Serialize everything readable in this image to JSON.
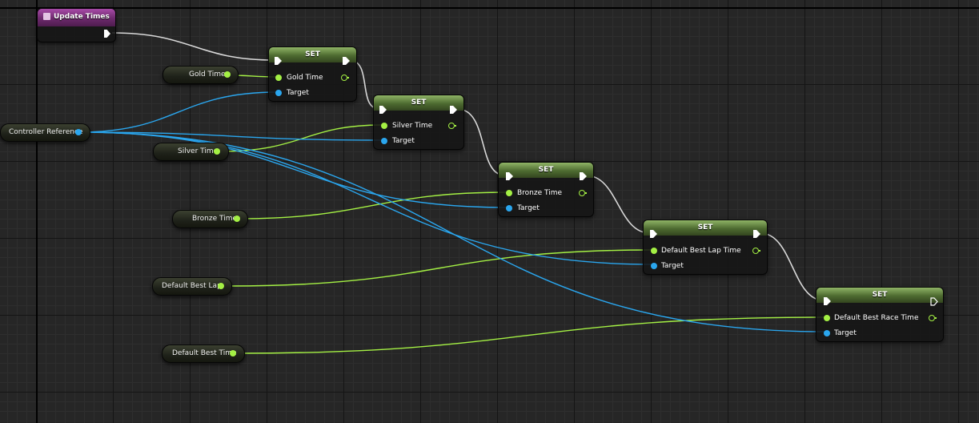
{
  "event": {
    "title": "Update Times"
  },
  "variables": [
    {
      "id": "controller",
      "label": "Controller Reference",
      "pin": "blue"
    },
    {
      "id": "gold",
      "label": "Gold Time",
      "pin": "green"
    },
    {
      "id": "silver",
      "label": "Silver Time",
      "pin": "green"
    },
    {
      "id": "bronze",
      "label": "Bronze Time",
      "pin": "green"
    },
    {
      "id": "lap",
      "label": "Default Best Lap",
      "pin": "green"
    },
    {
      "id": "besttime",
      "label": "Default Best Time",
      "pin": "green"
    }
  ],
  "set_nodes": [
    {
      "title": "SET",
      "value_label": "Gold Time",
      "target_label": "Target"
    },
    {
      "title": "SET",
      "value_label": "Silver Time",
      "target_label": "Target"
    },
    {
      "title": "SET",
      "value_label": "Bronze Time",
      "target_label": "Target"
    },
    {
      "title": "SET",
      "value_label": "Default Best Lap Time",
      "target_label": "Target"
    },
    {
      "title": "SET",
      "value_label": "Default Best Race Time",
      "target_label": "Target"
    }
  ],
  "colors": {
    "exec_wire": "#d8d8d8",
    "float_wire": "#a4f044",
    "object_wire": "#2aa6ee",
    "event_header": "#7a2f7a",
    "set_header": "#5a7a38"
  }
}
